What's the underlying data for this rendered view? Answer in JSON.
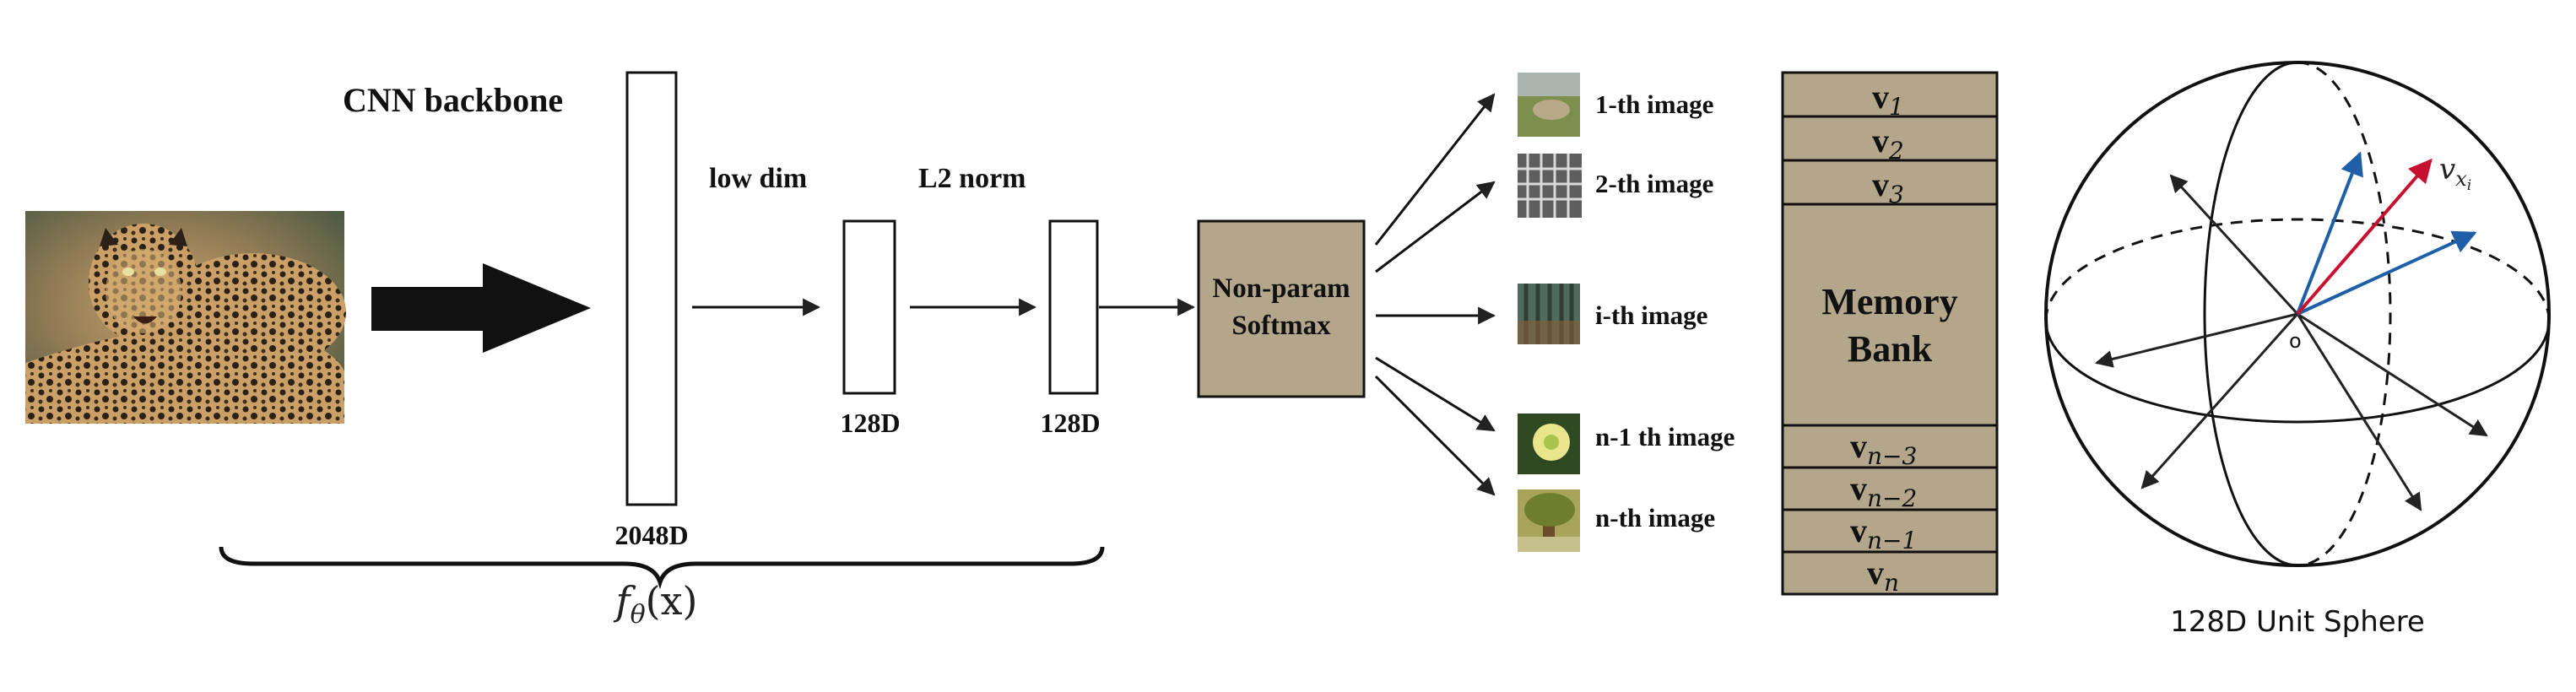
{
  "backbone": {
    "title": "CNN backbone",
    "dim_label": "2048D"
  },
  "low_dim": {
    "label": "low dim",
    "dim_label": "128D"
  },
  "l2_norm": {
    "label": "L2 norm",
    "dim_label": "128D"
  },
  "function_label": {
    "base": "f",
    "sub": "θ",
    "arg": "(x)"
  },
  "softmax": {
    "line1": "Non-param",
    "line2": "Softmax"
  },
  "instances": [
    {
      "label": "1-th image",
      "thumb": "grass"
    },
    {
      "label": "2-th image",
      "thumb": "grid"
    },
    {
      "label": "i-th image",
      "thumb": "forest"
    },
    {
      "label": "n-1 th image",
      "thumb": "flower"
    },
    {
      "label": "n-th image",
      "thumb": "tree"
    }
  ],
  "memory_bank": {
    "title_line1": "Memory",
    "title_line2": "Bank",
    "fill_color": "#b3a68b",
    "slots_top": [
      {
        "v": "v",
        "sub": "1"
      },
      {
        "v": "v",
        "sub": "2"
      },
      {
        "v": "v",
        "sub": "3"
      }
    ],
    "slots_bottom": [
      {
        "v": "v",
        "sub": "n−3"
      },
      {
        "v": "v",
        "sub": "n−2"
      },
      {
        "v": "v",
        "sub": "n−1"
      },
      {
        "v": "v",
        "sub": "n"
      }
    ]
  },
  "sphere": {
    "caption": "128D Unit Sphere",
    "origin_label": "o",
    "vector_label": "v",
    "vector_sub": "x",
    "vector_subsub": "i",
    "highlight_color": "#c8102e",
    "neighbor_color": "#1f5fa8"
  }
}
